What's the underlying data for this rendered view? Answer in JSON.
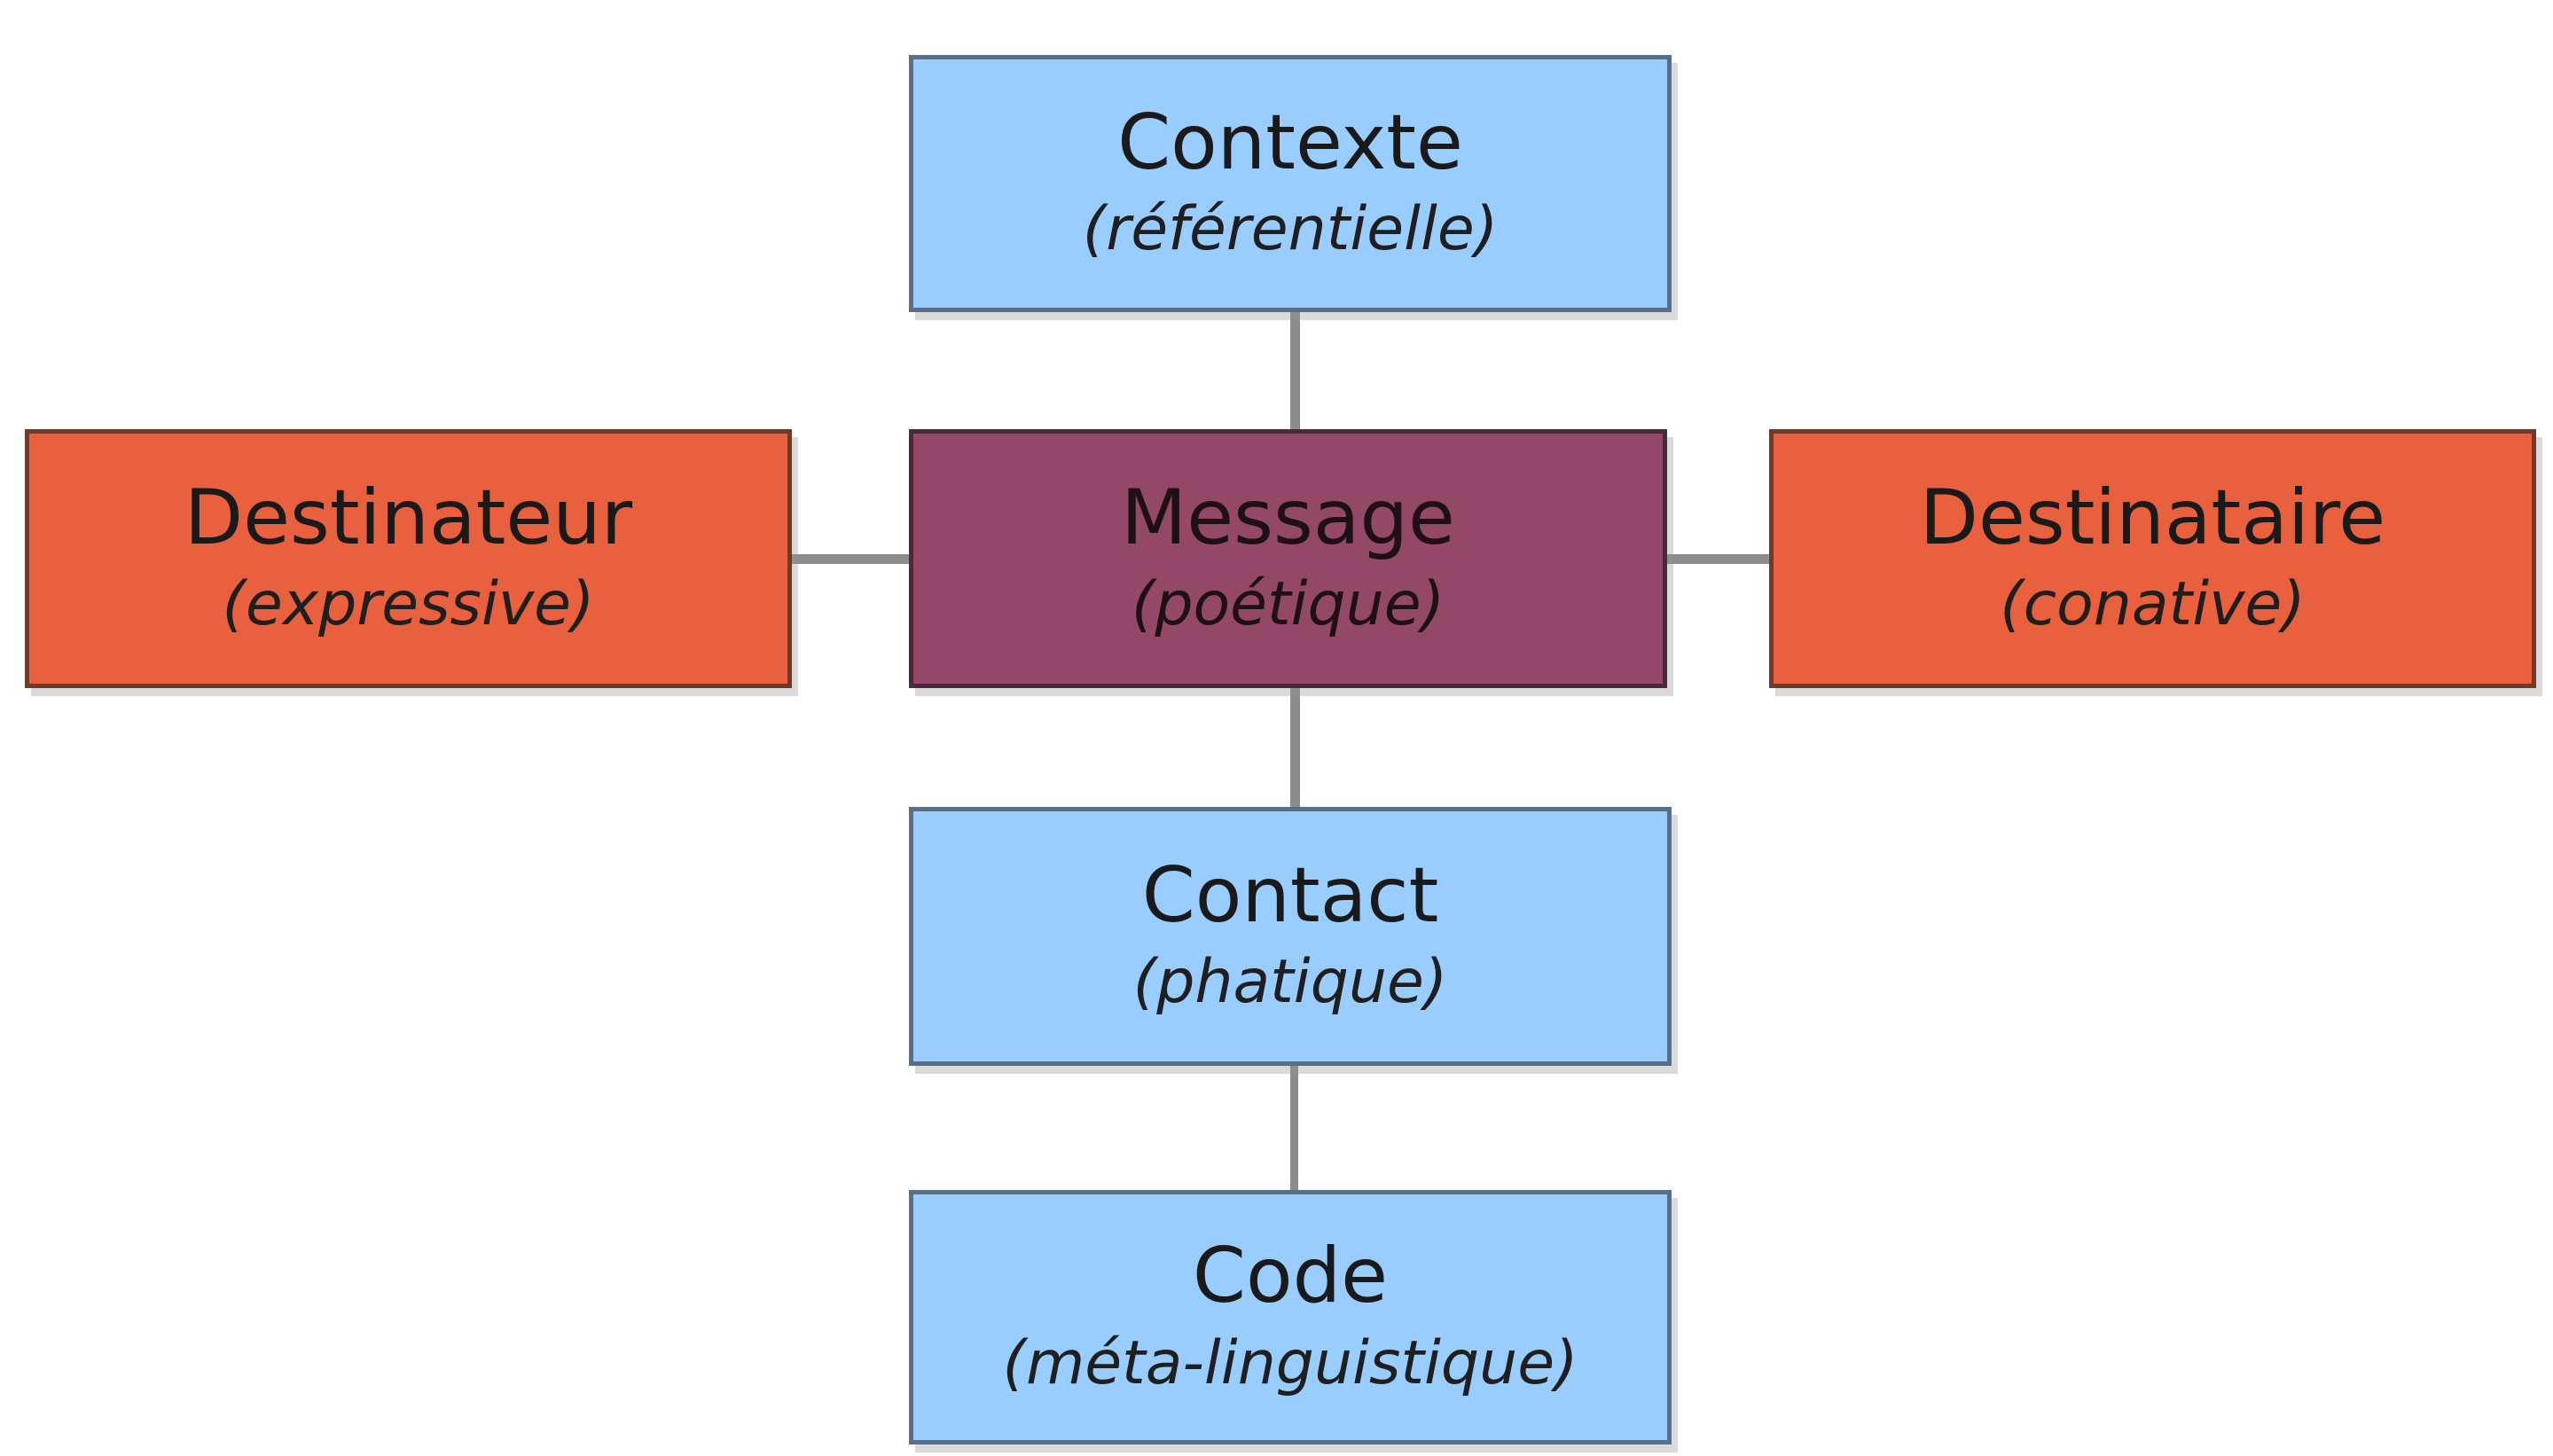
{
  "diagram": {
    "contexte": {
      "title": "Contexte",
      "subtitle": "(référentielle)",
      "fill": "#99ccff"
    },
    "destinateur": {
      "title": "Destinateur",
      "subtitle": "(expressive)",
      "fill": "#e8603e"
    },
    "message": {
      "title": "Message",
      "subtitle": "(poétique)",
      "fill": "#934868"
    },
    "destinataire": {
      "title": "Destinataire",
      "subtitle": "(conative)",
      "fill": "#e8603e"
    },
    "contact": {
      "title": "Contact",
      "subtitle": "(phatique)",
      "fill": "#99ccff"
    },
    "code": {
      "title": "Code",
      "subtitle": "(méta-linguistique)",
      "fill": "#99ccff"
    },
    "connector_color": "#8c8c8c"
  }
}
